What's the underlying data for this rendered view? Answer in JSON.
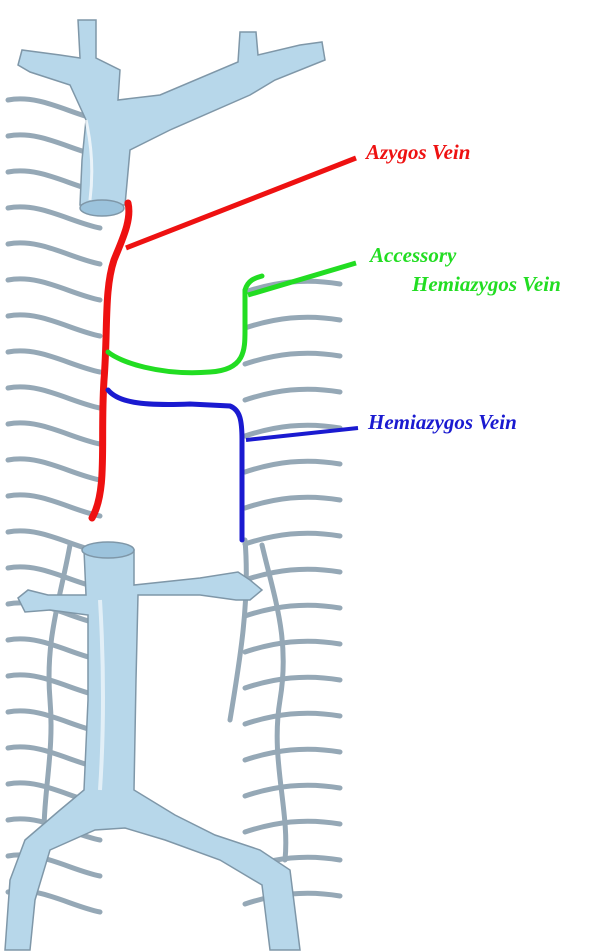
{
  "labels": {
    "azygos": "Azygos Vein",
    "accessory_line1": "Accessory",
    "accessory_line2": "Hemiazygos Vein",
    "hemiazygos": "Hemiazygos Vein"
  },
  "colors": {
    "azygos": "#ee1111",
    "accessory_hemiazygos": "#22dd22",
    "hemiazygos": "#1a1ad0",
    "vein_fill": "#b7d7ea",
    "vein_outline": "#7f97a8",
    "intercostal": "#95a8b6"
  }
}
